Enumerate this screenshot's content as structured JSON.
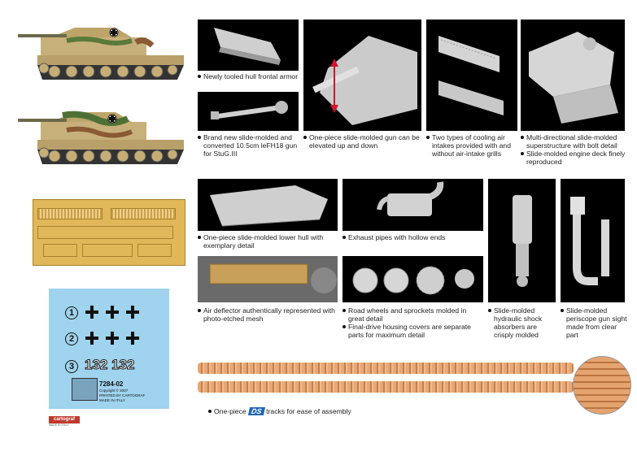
{
  "captions": {
    "hull_armor": [
      "Newly tooled hull frontal armor"
    ],
    "gun_barrel": [
      "Brand new slide-molded and converted 10.5cm leFH18 gun for StuG.III"
    ],
    "gun_elevate": [
      "One-piece slide-molded gun can be elevated up and down"
    ],
    "cooling": [
      "Two types of cooling air intakes provided with and without air-intake grills"
    ],
    "superstructure": [
      "Multi-directional slide-molded superstructure with bolt detail",
      "Slide-molded engine deck finely reproduced"
    ],
    "lower_hull": [
      "One-piece slide-molded lower hull with exemplary detail"
    ],
    "exhaust": [
      "Exhaust pipes with hollow ends"
    ],
    "deflector": [
      "Air deflector authentically represented with photo-etched mesh"
    ],
    "wheels": [
      "Road wheels and sprockets molded in great detail",
      "Final-drive housing covers are separate parts for maximum detail"
    ],
    "shock": [
      "Slide-molded hydraulic shock absorbers are crisply molded"
    ],
    "periscope": [
      "Slide-molded periscope gun sight made from clear part"
    ],
    "tracks_pre": "One-piece",
    "tracks_logo": "DS",
    "tracks_post": "tracks for ease of assembly"
  },
  "decal": {
    "row1": "1",
    "row2": "2",
    "row3": "3",
    "numbers": "132 132",
    "code": "7284-02",
    "copyright": "Copyright © 2007",
    "printed": "PRINTED BY CARTOGRAF",
    "made": "MADE IN ITALY"
  },
  "brand": {
    "name": "cartograf",
    "sub": "MADE IN ITALY"
  },
  "colors": {
    "photo_bg": "#000000",
    "decal_bg": "#9fd3ee",
    "photo_etch": "#e0b85a",
    "track": "#e6a876"
  }
}
